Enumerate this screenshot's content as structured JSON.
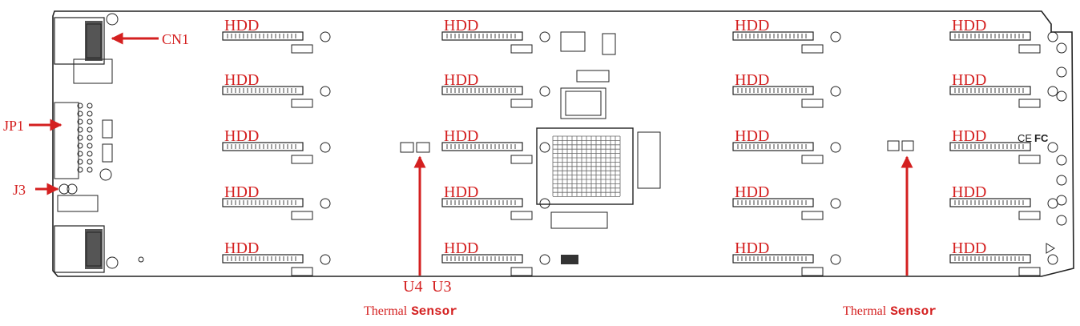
{
  "colors": {
    "accent": "#d42020",
    "line": "#222222",
    "background": "#ffffff"
  },
  "slot_label": "HDD",
  "hdd_columns": [
    [
      "HDD",
      "HDD",
      "HDD",
      "HDD",
      "HDD"
    ],
    [
      "HDD",
      "HDD",
      "HDD",
      "HDD",
      "HDD"
    ],
    [
      "HDD",
      "HDD",
      "HDD",
      "HDD",
      "HDD"
    ],
    [
      "HDD",
      "HDD",
      "HDD",
      "HDD",
      "HDD"
    ]
  ],
  "callouts": {
    "cn1": "CN1",
    "jp1": "JP1",
    "j3": "J3",
    "u4": "U4",
    "u3": "U3"
  },
  "sensors": [
    {
      "word1": "Thermal",
      "word2": "Sensor"
    },
    {
      "word1": "Thermal",
      "word2": "Sensor"
    }
  ],
  "icons": [
    "ce-mark-icon",
    "fcc-mark-icon",
    "mounting-hole-icon"
  ],
  "marks": {
    "ce": "CE",
    "fc": "FC"
  }
}
